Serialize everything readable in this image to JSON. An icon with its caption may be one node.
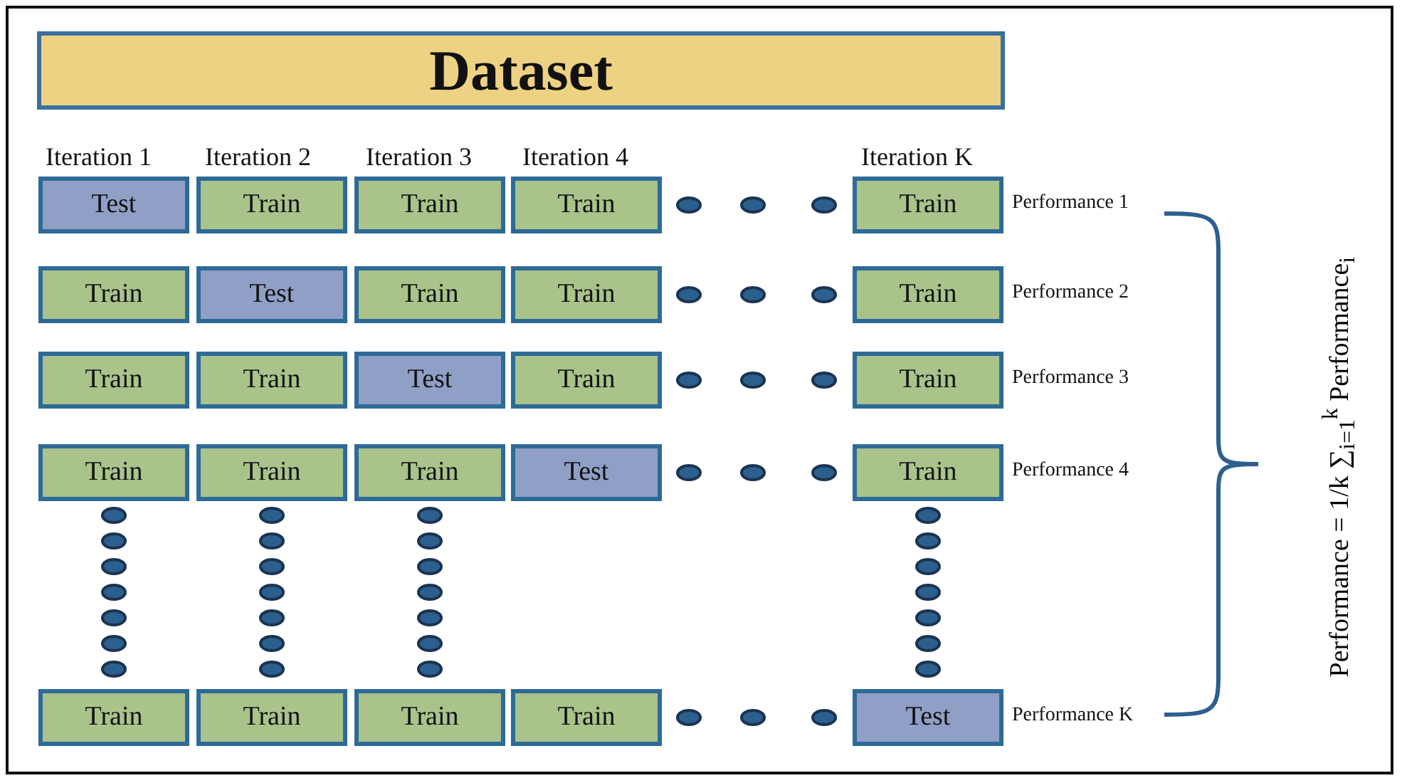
{
  "diagram": {
    "nodes": [
      {
        "text": [
          "Dataset"
        ]
      },
      {
        "text": [
          "Test"
        ]
      },
      {
        "text": [
          "Train"
        ]
      },
      {
        "text": [
          "Train"
        ]
      },
      {
        "text": [
          "Train"
        ]
      },
      {
        "text": [
          "Train"
        ],
        "beside": [
          "Performance 1"
        ]
      },
      {
        "text": [
          "Train"
        ]
      },
      {
        "text": [
          "Test"
        ]
      },
      {
        "text": [
          "Train"
        ]
      },
      {
        "text": [
          "Train"
        ]
      },
      {
        "text": [
          "Train"
        ],
        "beside": [
          "Performance 2"
        ]
      },
      {
        "text": [
          "Train"
        ]
      },
      {
        "text": [
          "Train"
        ]
      },
      {
        "text": [
          "Test"
        ]
      },
      {
        "text": [
          "Train"
        ]
      },
      {
        "text": [
          "Train"
        ],
        "beside": [
          "Performance 3"
        ]
      },
      {
        "text": [
          "Train"
        ]
      },
      {
        "text": [
          "Train"
        ]
      },
      {
        "text": [
          "Train"
        ]
      },
      {
        "text": [
          "Test"
        ]
      },
      {
        "text": [
          "Train"
        ],
        "beside": [
          "Performance 4"
        ]
      },
      {
        "text": [
          "Train"
        ]
      },
      {
        "text": [
          "Train"
        ]
      },
      {
        "text": [
          "Train"
        ]
      },
      {
        "text": [
          "Train"
        ]
      },
      {
        "text": [
          "Test"
        ],
        "beside": [
          "Performance K"
        ]
      }
    ],
    "labels": [
      "Iteration 1",
      "Iteration 2",
      "Iteration 3",
      "Iteration 4",
      "Iteration K",
      "Performance = 1/k ∑$_{i=1}$$^{k}$ Performance$_{i}$"
    ]
  }
}
